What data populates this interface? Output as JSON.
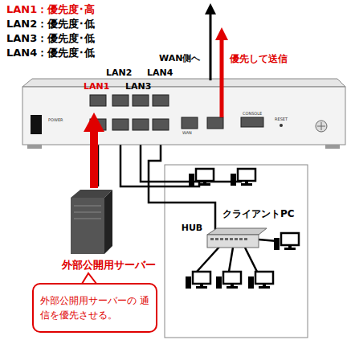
{
  "diagram": {
    "nodes": [
      {
        "text": [
          "外部公開用サーバー"
        ]
      },
      {
        "text": [
          "外部公開用サーバーの 通信を優先させる。"
        ]
      },
      {
        "text": [
          "クライアントPC"
        ]
      },
      {
        "text": [
          "HUB"
        ],
        "in": 2
      }
    ],
    "edges": [
      {
        "from": 1,
        "to": 0,
        "arrow": "none"
      }
    ],
    "labels": [
      "LAN1：優先度･高",
      "LAN2：優先度･低",
      "LAN3：優先度･低",
      "LAN4：優先度･低",
      "LAN2",
      "LAN4",
      "LAN1",
      "LAN3",
      "WAN側へ",
      "優先して送信",
      "POWER",
      "WAN",
      "CONSOLE",
      "RESET"
    ]
  }
}
